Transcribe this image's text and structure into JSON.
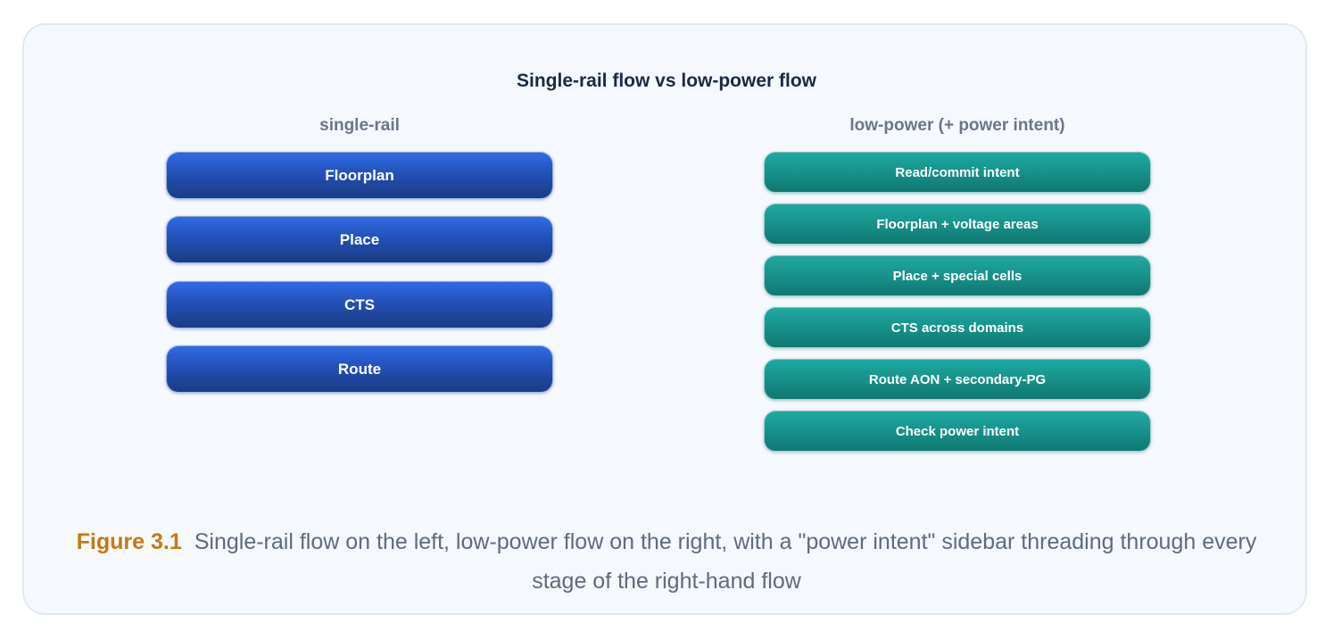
{
  "diagram": {
    "title": "Single-rail flow vs low-power flow",
    "left_column": {
      "heading": "single-rail",
      "steps": [
        "Floorplan",
        "Place",
        "CTS",
        "Route"
      ]
    },
    "right_column": {
      "heading": "low-power (+ power intent)",
      "steps": [
        "Read/commit intent",
        "Floorplan + voltage areas",
        "Place + special cells",
        "CTS across domains",
        "Route AON + secondary-PG",
        "Check power intent"
      ]
    },
    "colors": {
      "left_step_fill": "#2450b8",
      "right_step_fill": "#17918a",
      "caption_label": "#c47a0f",
      "title_text": "#1b2a41"
    }
  },
  "caption": {
    "label": "Figure 3.1",
    "text": "Single-rail flow on the left, low-power flow on the right, with a \"power intent\" sidebar threading through every stage of the right-hand flow"
  }
}
